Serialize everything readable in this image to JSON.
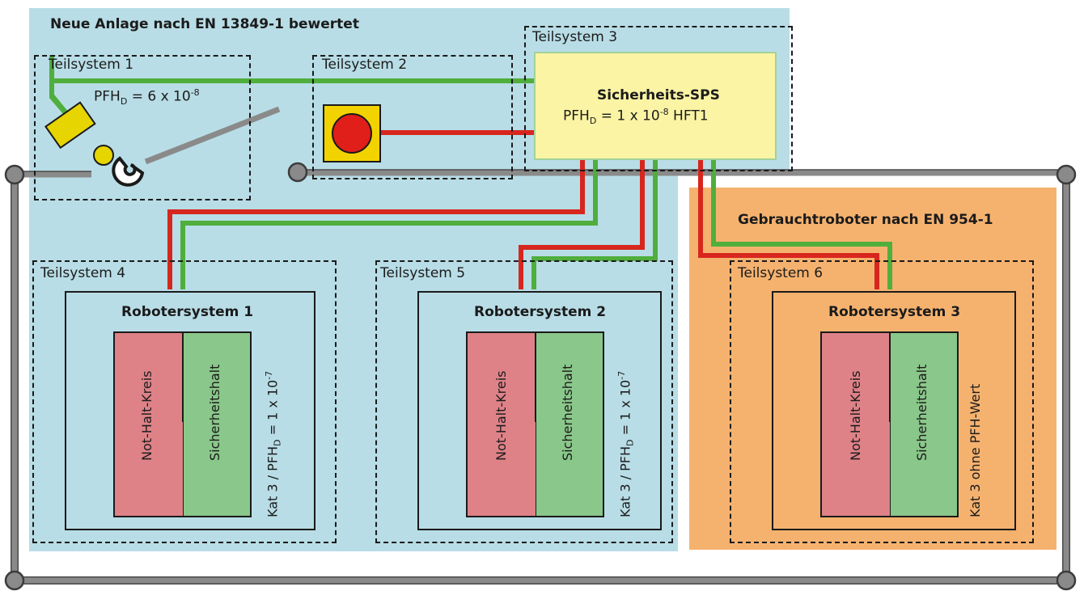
{
  "title_new_plant": "Neue Anlage nach EN 13849-1 bewertet",
  "title_used_robot": "Gebrauchtroboter nach EN 954-1",
  "subsystems": {
    "s1": "Teilsystem 1",
    "s2": "Teilsystem 2",
    "s3": "Teilsystem 3",
    "s4": "Teilsystem 4",
    "s5": "Teilsystem 5",
    "s6": "Teilsystem 6"
  },
  "s1_pfh": {
    "prefix": "PFH",
    "sub": "D",
    "mid": " = 6 x 10",
    "exp": "-8"
  },
  "sps": {
    "title": "Sicherheits-SPS",
    "prefix": "PFH",
    "sub": "D",
    "mid": " = 1 x 10",
    "exp": "-8",
    "suffix": " HFT1"
  },
  "robots": {
    "r1": {
      "title": "Robotersystem 1",
      "kat": "Kat 3 / PFH",
      "kat_sub": "D",
      "kat_mid": " = 1 x 10",
      "kat_exp": "-7"
    },
    "r2": {
      "title": "Robotersystem 2",
      "kat": "Kat 3 / PFH",
      "kat_sub": "D",
      "kat_mid": " = 1 x 10",
      "kat_exp": "-7"
    },
    "r3": {
      "title": "Robotersystem 3",
      "kat": "Kat 3 ohne PFH-Wert"
    }
  },
  "circuit_labels": {
    "not_halt": "Not-Halt-Kreis",
    "sicherheitshalt": "Sicherheitshalt"
  },
  "colors": {
    "light_blue": "#b8dde6",
    "orange": "#f5b26f",
    "sps_yellow": "#faf4a4",
    "sps_border": "#a3d29a",
    "red_wire": "#d7261e",
    "green_wire": "#4fae3c",
    "pink": "#de8288",
    "green_box": "#8ac78a",
    "grey_fence": "#8a8a8a"
  }
}
